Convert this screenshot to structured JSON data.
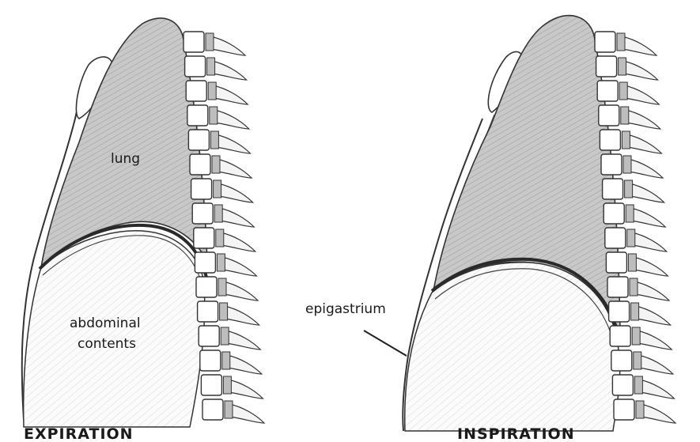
{
  "panels": [
    {
      "caption": "EXPIRATION",
      "labels": {
        "lung": "lung",
        "abdomen_line1": "abdominal",
        "abdomen_line2": "contents"
      }
    },
    {
      "caption": "INSPIRATION",
      "labels": {
        "epigastrium": "epigastrium"
      }
    }
  ],
  "colors": {
    "ink": "#222222",
    "lung_fill": "#c9c9c9",
    "abdomen_fill": "#ffffff",
    "diaphragm": "#333333"
  }
}
